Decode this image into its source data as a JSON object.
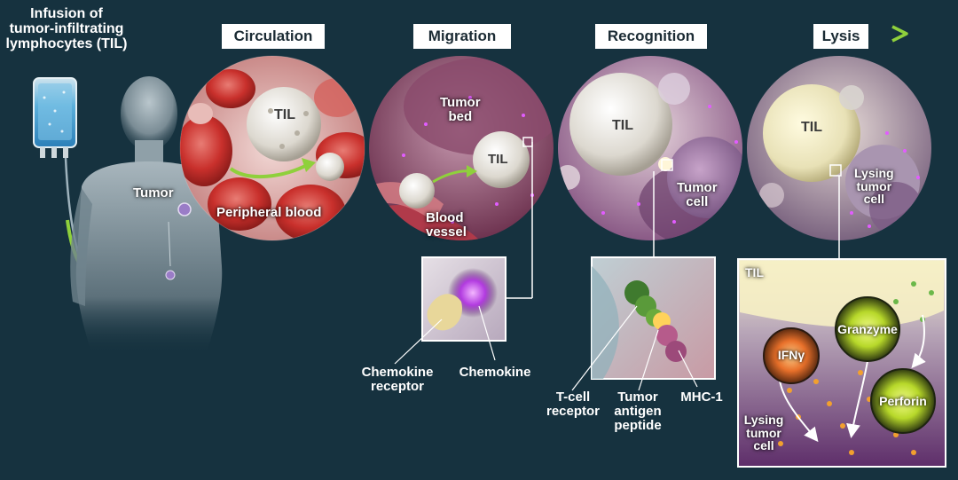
{
  "infusion_label": "Infusion of\ntumor-infiltrating\nlymphocytes (TIL)",
  "stages": [
    "Circulation",
    "Migration",
    "Recognition",
    "Lysis"
  ],
  "body": {
    "tumor_label": "Tumor"
  },
  "circulation": {
    "til_label": "TIL",
    "blood_label": "Peripheral blood"
  },
  "migration": {
    "tumor_bed_label": "Tumor\nbed",
    "til_label": "TIL",
    "vessel_label": "Blood\nvessel",
    "inset": {
      "receptor_label": "Chemokine\nreceptor",
      "chemokine_label": "Chemokine"
    }
  },
  "recognition": {
    "til_label": "TIL",
    "tumor_cell_label": "Tumor\ncell",
    "inset": {
      "tcr_label": "T-cell\nreceptor",
      "peptide_label": "Tumor\nantigen\npeptide",
      "mhc_label": "MHC-1"
    }
  },
  "lysis": {
    "til_label": "TIL",
    "lysing_label": "Lysing\ntumor\ncell",
    "inset": {
      "til_label": "TIL",
      "ifn_label": "IFNγ",
      "granzyme_label": "Granzyme",
      "perforin_label": "Perforin",
      "lysing_label": "Lysing\ntumor\ncell"
    }
  },
  "colors": {
    "background": "#16323f",
    "arrow_green": "#7fbf3a",
    "stage_box": "#ffffff",
    "stage_text": "#1b2b34"
  }
}
